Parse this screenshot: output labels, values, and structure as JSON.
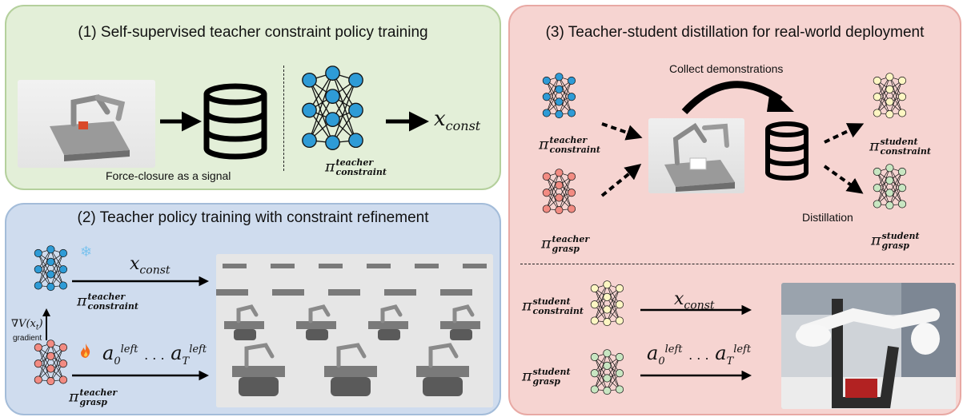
{
  "panel1": {
    "title": "(1) Self-supervised teacher constraint policy training",
    "caption": "Force-closure as a signal",
    "output": "x",
    "output_sub": "const",
    "policy": {
      "sym": "π",
      "sup": "teacher",
      "sub": "constraint"
    }
  },
  "panel2": {
    "title": "(2) Teacher policy training with constraint refinement",
    "constraint_policy": {
      "sym": "π",
      "sup": "teacher",
      "sub": "constraint"
    },
    "grasp_policy": {
      "sym": "π",
      "sup": "teacher",
      "sub": "grasp"
    },
    "x_label": "x",
    "x_sub": "const",
    "action_a": "a",
    "action_sub0": "0",
    "action_sup": "left",
    "action_dots": ". . .",
    "action_subT": "T",
    "gradient_formula": "∇V(x",
    "gradient_formula_sub": "t",
    "gradient_formula_end": ")",
    "gradient_word": "gradient",
    "frozen_icon": "snowflake-icon",
    "trainable_icon": "fire-icon"
  },
  "panel3": {
    "title": "(3) Teacher-student distillation for real-world deployment",
    "collect_label": "Collect demonstrations",
    "distill_label": "Distillation",
    "teacher_constraint": {
      "sym": "π",
      "sup": "teacher",
      "sub": "constraint"
    },
    "teacher_grasp": {
      "sym": "π",
      "sup": "teacher",
      "sub": "grasp"
    },
    "student_constraint": {
      "sym": "π",
      "sup": "student",
      "sub": "constraint"
    },
    "student_grasp": {
      "sym": "π",
      "sup": "student",
      "sub": "grasp"
    },
    "deploy_constraint": {
      "sym": "π",
      "sup": "student",
      "sub": "constraint"
    },
    "deploy_grasp": {
      "sym": "π",
      "sup": "student",
      "sub": "grasp"
    },
    "x_label": "x",
    "x_sub": "const",
    "action_a": "a",
    "action_sub0": "0",
    "action_sup": "left",
    "action_dots": ". . .",
    "action_subT": "T"
  },
  "colors": {
    "teacher_constraint_node": "#2e9bd6",
    "teacher_grasp_node": "#f28b82",
    "student_constraint_node": "#fdf6c3",
    "student_grasp_node": "#c8e6c2"
  }
}
